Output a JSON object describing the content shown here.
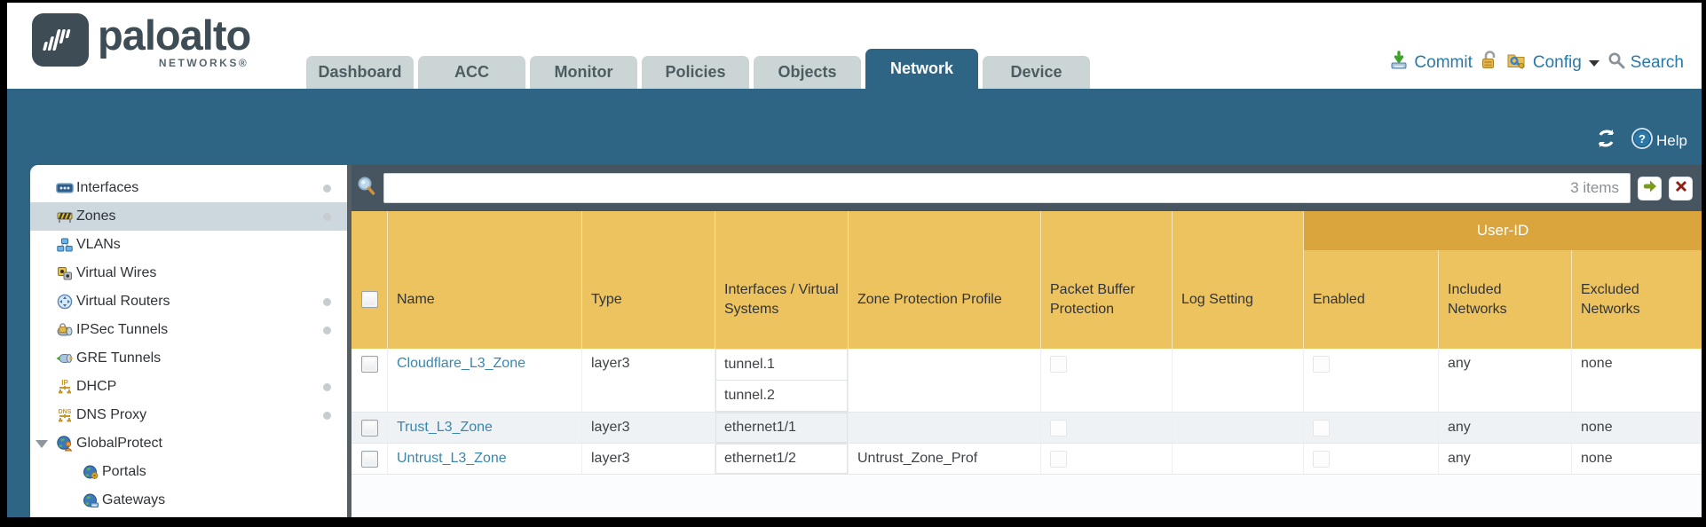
{
  "brand": {
    "logo_text": "paloalto",
    "logo_sub": "NETWORKS®"
  },
  "nav": {
    "tabs": [
      {
        "label": "Dashboard",
        "active": false
      },
      {
        "label": "ACC",
        "active": false
      },
      {
        "label": "Monitor",
        "active": false
      },
      {
        "label": "Policies",
        "active": false
      },
      {
        "label": "Objects",
        "active": false
      },
      {
        "label": "Network",
        "active": true
      },
      {
        "label": "Device",
        "active": false
      }
    ],
    "utils": {
      "commit": "Commit",
      "config": "Config",
      "search": "Search"
    }
  },
  "banner": {
    "help_label": "Help"
  },
  "toolbar": {
    "filter_value": "",
    "items_count": "3 items"
  },
  "sidebar": {
    "items": [
      {
        "label": "Interfaces"
      },
      {
        "label": "Zones"
      },
      {
        "label": "VLANs"
      },
      {
        "label": "Virtual Wires"
      },
      {
        "label": "Virtual Routers"
      },
      {
        "label": "IPSec Tunnels"
      },
      {
        "label": "GRE Tunnels"
      },
      {
        "label": "DHCP"
      },
      {
        "label": "DNS Proxy"
      },
      {
        "label": "GlobalProtect"
      },
      {
        "label": "Portals"
      },
      {
        "label": "Gateways"
      }
    ]
  },
  "table": {
    "group_header": "User-ID",
    "columns": [
      "Name",
      "Type",
      "Interfaces / Virtual Systems",
      "Zone Protection Profile",
      "Packet Buffer Protection",
      "Log Setting",
      "Enabled",
      "Included Networks",
      "Excluded Networks"
    ],
    "rows": [
      {
        "name": "Cloudflare_L3_Zone",
        "type": "layer3",
        "interfaces": [
          "tunnel.1",
          "tunnel.2"
        ],
        "zone_protection_profile": "",
        "log_setting": "",
        "included_networks": "any",
        "excluded_networks": "none"
      },
      {
        "name": "Trust_L3_Zone",
        "type": "layer3",
        "interfaces": [
          "ethernet1/1"
        ],
        "zone_protection_profile": "",
        "log_setting": "",
        "included_networks": "any",
        "excluded_networks": "none"
      },
      {
        "name": "Untrust_L3_Zone",
        "type": "layer3",
        "interfaces": [
          "ethernet1/2"
        ],
        "zone_protection_profile": "Untrust_Zone_Prof",
        "log_setting": "",
        "included_networks": "any",
        "excluded_networks": "none"
      }
    ]
  },
  "colors": {
    "banner_teal": "#2e6484",
    "toolbar_slate": "#475561",
    "header_gold": "#edc35f",
    "group_gold": "#d9a53c",
    "link_blue": "#3a87ad",
    "tab_inactive": "#ccd5d6"
  }
}
